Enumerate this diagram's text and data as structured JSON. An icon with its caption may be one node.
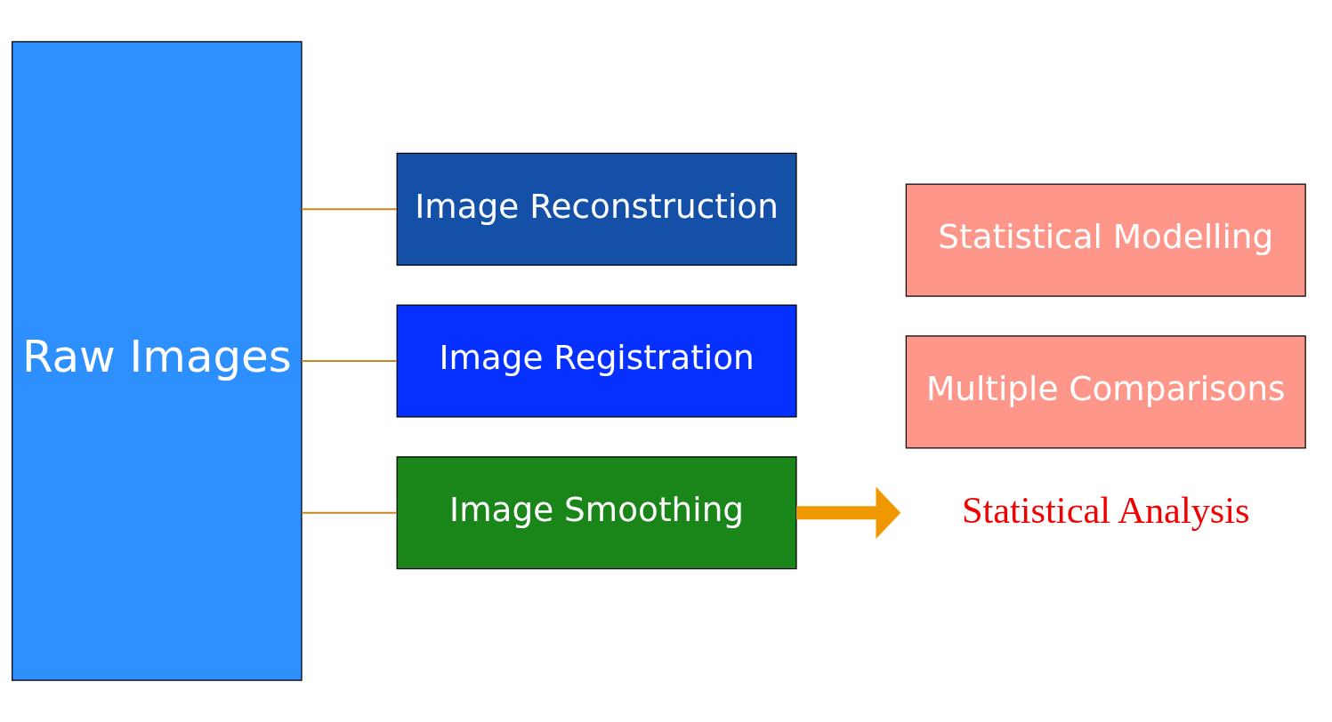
{
  "diagram": {
    "nodes": [
      {
        "text": [
          "Raw Images"
        ]
      },
      {
        "text": [
          "Image Reconstruction"
        ]
      },
      {
        "text": [
          "Image Registration"
        ]
      },
      {
        "text": [
          "Image Smoothing"
        ]
      },
      {
        "text": [
          "Multiple Comparisons"
        ]
      },
      {
        "text": [
          "Statistical Modelling"
        ]
      },
      {
        "text": [
          "Statistical Analysis"
        ]
      }
    ],
    "edges": [
      {
        "from": 0,
        "to": 1,
        "arrow": "none"
      },
      {
        "from": 0,
        "to": 2,
        "arrow": "none"
      },
      {
        "from": 0,
        "to": 3,
        "arrow": "none"
      },
      {
        "from": 3,
        "to": 6,
        "arrow": "to",
        "style": "thick",
        "color": "#f09800"
      }
    ]
  }
}
